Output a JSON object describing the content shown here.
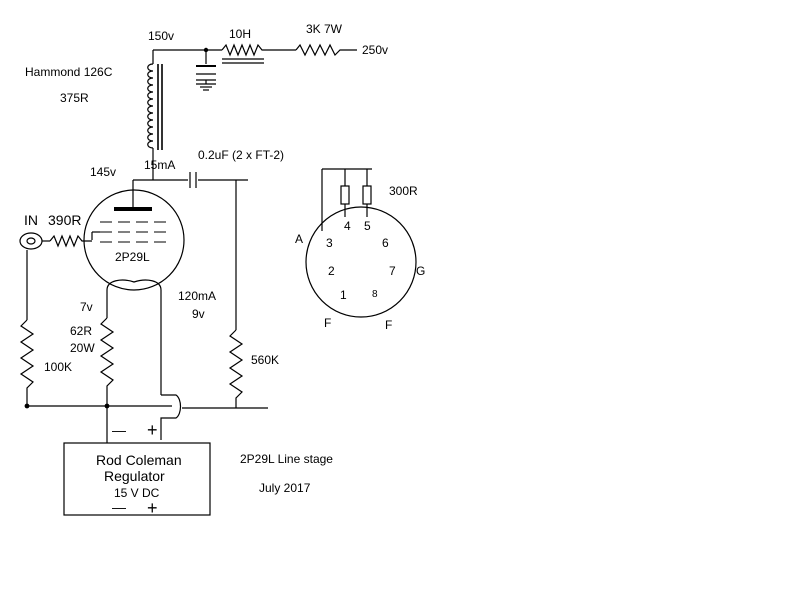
{
  "labels": {
    "b_plus_150": "150v",
    "choke": "10H",
    "resistor_3k": "3K 7W",
    "supply_250": "250v",
    "transformer_model": "Hammond 126C",
    "transformer_dcr": "375R",
    "plate_voltage": "145v",
    "plate_current": "15mA",
    "coupling_cap": "0.2uF (2 x FT-2)",
    "input": "IN",
    "grid_stopper": "390R",
    "tube_type": "2P29L",
    "filament_voltage": "7v",
    "filament_current": "120mA",
    "filament_supply": "9v",
    "dropping_res": "62R",
    "dropping_watt": "20W",
    "grid_leak": "100K",
    "output_res": "560K",
    "regulator_line1": "Rod Coleman",
    "regulator_line2": "Regulator",
    "regulator_voltage": "15 V DC",
    "minus": "—",
    "plus": "+",
    "minus_bottom": "—",
    "plus_bottom": "+",
    "title": "2P29L Line stage",
    "date": "July 2017"
  },
  "pinout": {
    "pin_resistor": "300R",
    "pins": [
      "1",
      "2",
      "3",
      "4",
      "5",
      "6",
      "7",
      "8"
    ],
    "label_a": "A",
    "label_g": "G",
    "label_f1": "F",
    "label_f2": "F"
  },
  "colors": {
    "ink": "#000000",
    "background": "#ffffff"
  }
}
